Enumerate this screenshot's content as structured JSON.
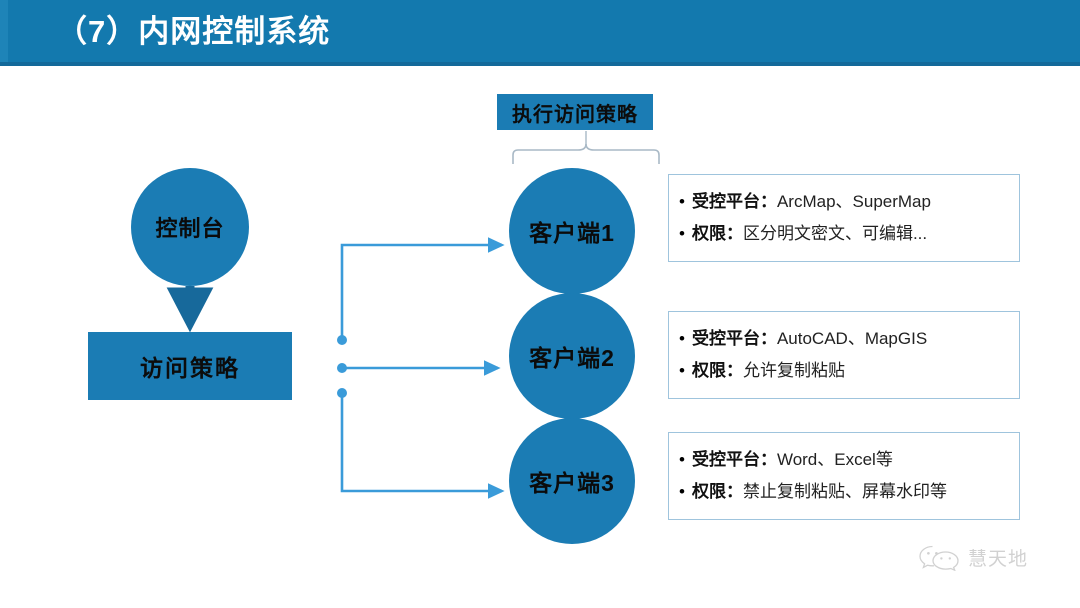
{
  "header": {
    "title": "（7）内网控制系统",
    "bar_color": "#1379ae",
    "title_color": "#ffffff"
  },
  "diagram": {
    "exec_policy_label": "执行访问策略",
    "console_label": "控制台",
    "policy_label": "访问策略",
    "shape_fill": "#1b7cb4",
    "connector_color": "#3a9bd9",
    "clients": [
      {
        "name": "客户端1",
        "platform_label": "受控平台：",
        "platform_value": "ArcMap、SuperMap",
        "permission_label": "权限：",
        "permission_value": "区分明文密文、可编辑..."
      },
      {
        "name": "客户端2",
        "platform_label": "受控平台：",
        "platform_value": "AutoCAD、MapGIS",
        "permission_label": "权限：",
        "permission_value": "允许复制粘贴"
      },
      {
        "name": "客户端3",
        "platform_label": "受控平台：",
        "platform_value": "Word、Excel等",
        "permission_label": "权限：",
        "permission_value": "禁止复制粘贴、屏幕水印等"
      }
    ]
  },
  "watermark": {
    "text": "慧天地",
    "icon": "wechat-icon"
  }
}
